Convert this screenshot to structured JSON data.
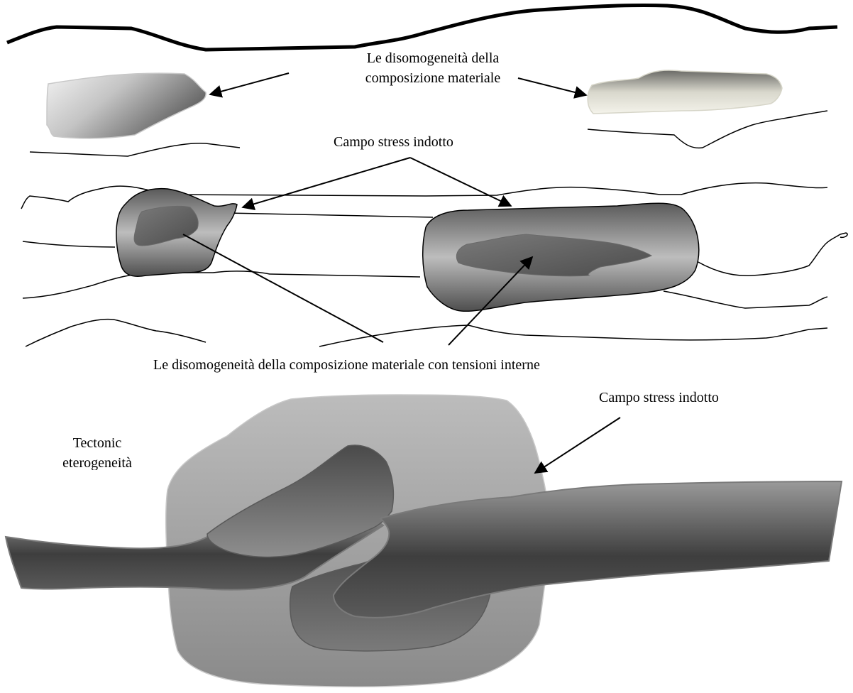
{
  "labels": {
    "inhomogeneity_top": [
      "Le disomogeneità della",
      "composizione materiale"
    ],
    "stress_field_middle": "Campo stress indotto",
    "inhomogeneity_internal": "Le disomogeneità della composizione materiale con tensioni interne",
    "stress_field_bottom": "Campo stress indotto",
    "tectonic": [
      "Tectonic",
      "eterogeneità"
    ]
  },
  "colors": {
    "line": "#000000",
    "shape_dark": "#4a4a4a",
    "shape_mid": "#8c8c8c",
    "shape_light": "#d0d0d0",
    "halo": "#b4b4b4",
    "cream": "#ecebe0"
  }
}
